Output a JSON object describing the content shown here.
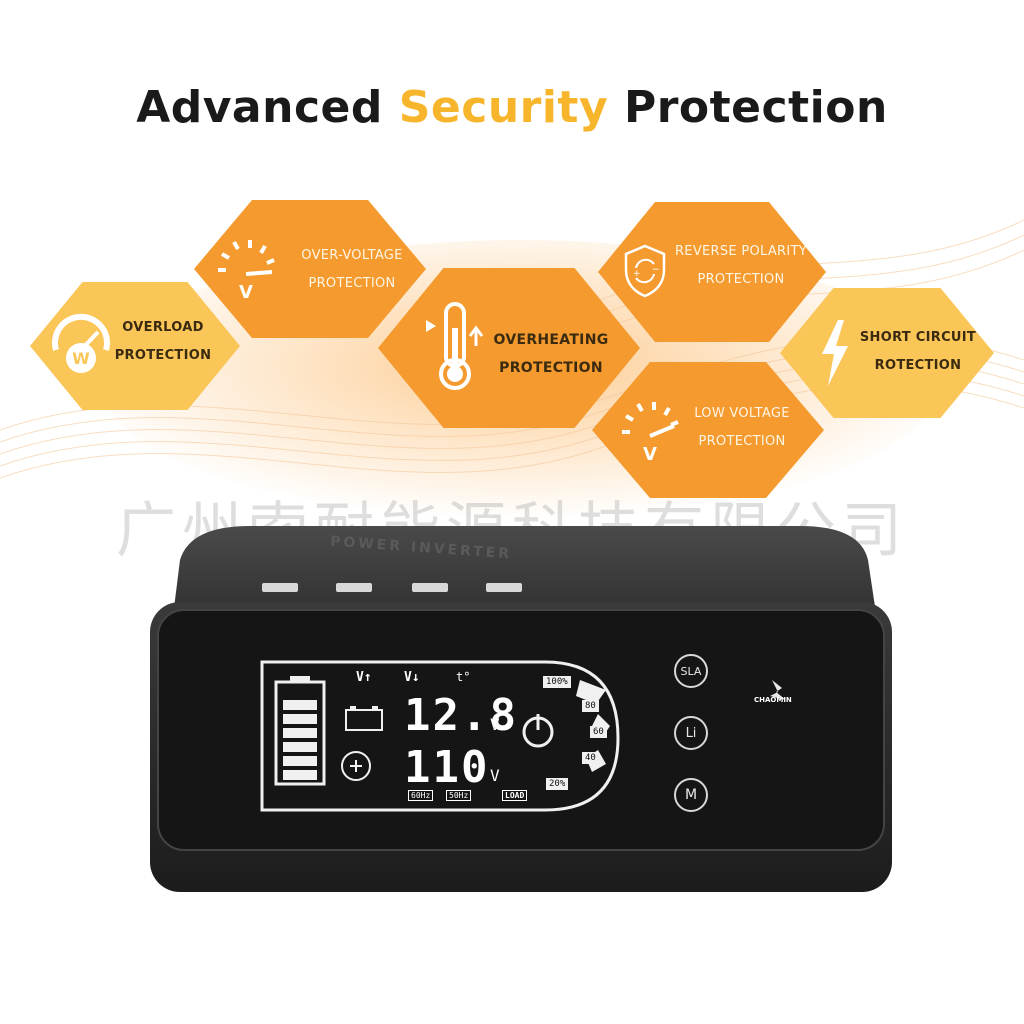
{
  "header": {
    "title_part1": "Advanced",
    "title_accent": "Security",
    "title_part2": "Protection"
  },
  "features": [
    {
      "line1": "OVERLOAD",
      "line2": "PROTECTION",
      "icon": "gauge-w-icon"
    },
    {
      "line1": "OVER-VOLTAGE",
      "line2": "PROTECTION",
      "icon": "gauge-v-icon"
    },
    {
      "line1": "OVERHEATING",
      "line2": "PROTECTION",
      "icon": "thermometer-icon"
    },
    {
      "line1": "REVERSE POLARITY",
      "line2": "PROTECTION",
      "icon": "shield-icon"
    },
    {
      "line1": "SHORT CIRCUIT",
      "line2": "ROTECTION",
      "icon": "lightning-icon"
    },
    {
      "line1": "LOW VOLTAGE",
      "line2": "PROTECTION",
      "icon": "gauge-v-icon"
    }
  ],
  "watermark": "广州索耐能源科技有限公司",
  "device": {
    "top_label": "POWER INVERTER",
    "brand": "CHAOMIN",
    "display": {
      "voltage_in": "12.8",
      "voltage_out": "110",
      "unit": "V",
      "indicator_up": "V↑",
      "indicator_down": "V↓",
      "temp_icon": "t°",
      "freq_60": "60Hz",
      "freq_50": "50Hz",
      "load_label": "LOAD",
      "load_levels": [
        "100%",
        "80",
        "60",
        "40",
        "20%"
      ]
    },
    "buttons": [
      "SLA",
      "Li",
      "M"
    ]
  },
  "colors": {
    "accent": "#f7b52b",
    "hex_dark": "#f59a2e",
    "hex_light": "#fbc658",
    "device_body": "#2a2a2a"
  }
}
